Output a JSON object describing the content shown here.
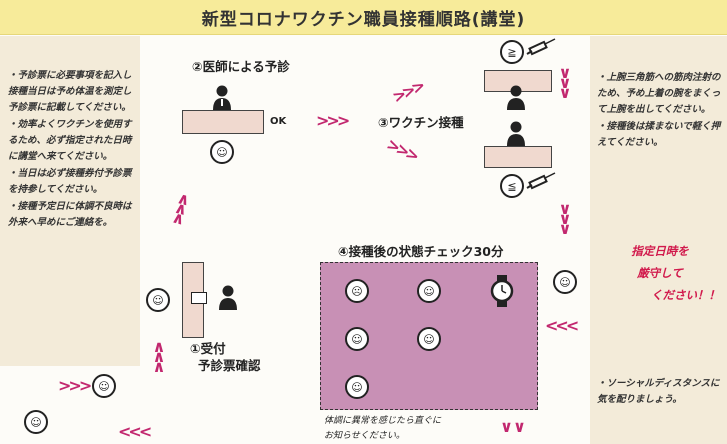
{
  "title": "新型コロナワクチン職員接種順路(講堂)",
  "left_notes": [
    "・予診票に必要事項を記入し接種当日は予め体温を測定し予診票に記載してください。",
    "・効率よくワクチンを使用するため、必ず指定された日時に講堂へ来てください。",
    "・当日は必ず接種券付予診票を持参してください。",
    "・接種予定日に体調不良時は外来へ早めにご連絡を。"
  ],
  "right_notes": [
    "・上腕三角筋への筋肉注射のため、予め上着の腕をまくって上腕を出してください。",
    "・接種後は揉まないで軽く押えてください。"
  ],
  "red_note": [
    "指定日時を",
    "厳守して",
    "ください！！"
  ],
  "social_note": "・ソーシャルディスタンスに気を配りましょう。",
  "steps": {
    "doctor": "②医師による予診",
    "ok": "OK",
    "vaccination": "③ワクチン接種",
    "check": "④接種後の状態チェック30分",
    "reception_1": "①受付",
    "reception_2": "予診票確認",
    "check_note_1": "体調に異常を感じたら直ぐに",
    "check_note_2": "お知らせください。"
  },
  "colors": {
    "accent": "#c2286f",
    "title_bg": "#f7eb9a",
    "check_area": "#c890b5",
    "desk": "#f0d9cf",
    "alert": "#d11a4c"
  }
}
